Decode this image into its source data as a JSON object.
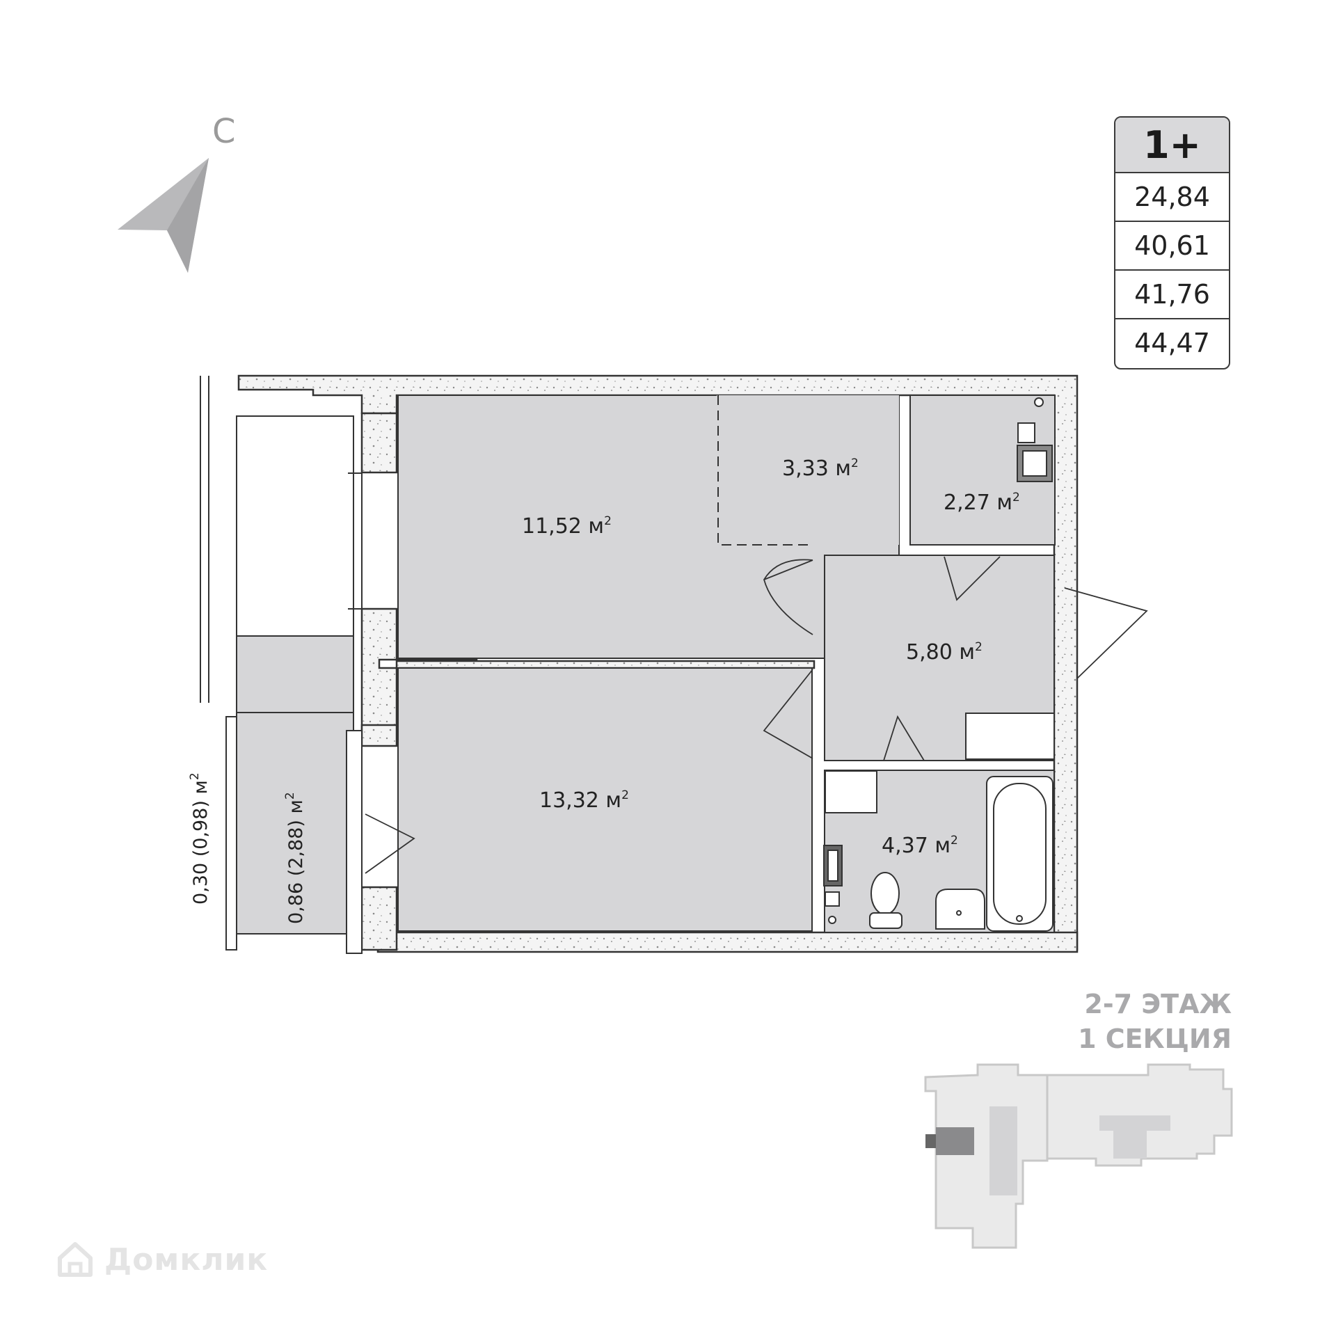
{
  "apartment": {
    "type": "1+",
    "areas": [
      "24,84",
      "40,61",
      "41,76",
      "44,47"
    ]
  },
  "compass": {
    "letter": "С"
  },
  "rooms": [
    {
      "id": "room-1",
      "area": "11,52 м",
      "sup": "2"
    },
    {
      "id": "room-2",
      "area": "3,33 м",
      "sup": "2"
    },
    {
      "id": "room-3",
      "area": "2,27 м",
      "sup": "2"
    },
    {
      "id": "hall",
      "area": "5,80 м",
      "sup": "2"
    },
    {
      "id": "room-4",
      "area": "13,32 м",
      "sup": "2"
    },
    {
      "id": "bath",
      "area": "4,37 м",
      "sup": "2"
    }
  ],
  "balconies": [
    {
      "id": "balcony-inner",
      "area": "0,86 (2,88) м",
      "sup": "2"
    },
    {
      "id": "balcony-outer",
      "area": "0,30 (0,98) м",
      "sup": "2"
    }
  ],
  "floor_info": {
    "floors": "2-7 ЭТАЖ",
    "section": "1 СЕКЦИЯ"
  },
  "watermark": {
    "text": "Домклик"
  },
  "colors": {
    "room_fill": "#d6d6d8",
    "wall_outline": "#333333",
    "wall_fill": "#f4f4f4",
    "grey_text": "#a9a9ab",
    "highlight": "#8a8a8c"
  }
}
